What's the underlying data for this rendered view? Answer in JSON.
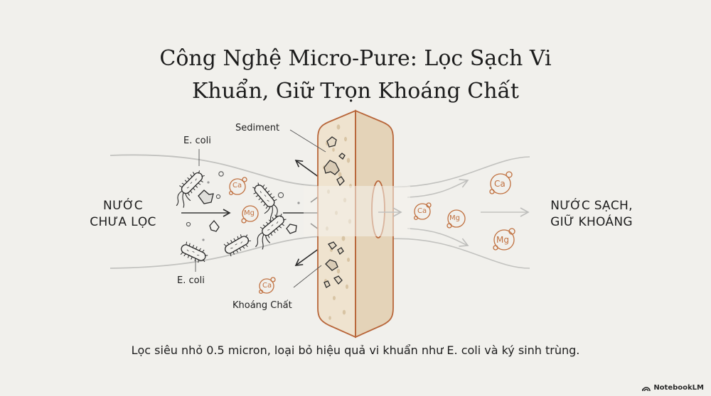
{
  "title": {
    "line1": "Công Nghệ Micro-Pure: Lọc Sạch Vi",
    "line2": "Khuẩn, Giữ Trọn Khoáng Chất"
  },
  "diagram": {
    "input_label": {
      "line1": "NƯỚC",
      "line2": "CHƯA LỌC"
    },
    "output_label": {
      "line1": "NƯỚC SẠCH,",
      "line2": "GIỮ KHOÁNG"
    },
    "annotations": {
      "ecoli_top": "E. coli",
      "ecoli_bottom": "E. coli",
      "sediment": "Sediment",
      "minerals": "Khoáng Chất"
    },
    "minerals": {
      "ca": "Ca",
      "mg": "Mg"
    },
    "colors": {
      "background": "#f1f0ec",
      "mineral": "#c0703f",
      "filter_face": "#ecdcc4",
      "filter_side": "#e3d1b6",
      "filter_border": "#b8663a",
      "flow_line": "#bdbdbb",
      "ink": "#2a2a2a"
    }
  },
  "caption": "Lọc siêu nhỏ 0.5 micron, loại bỏ hiệu quả vi khuẩn như E. coli và ký sinh trùng.",
  "brand": {
    "icon": "notebooklm-logo-icon",
    "label": "NotebookLM"
  }
}
